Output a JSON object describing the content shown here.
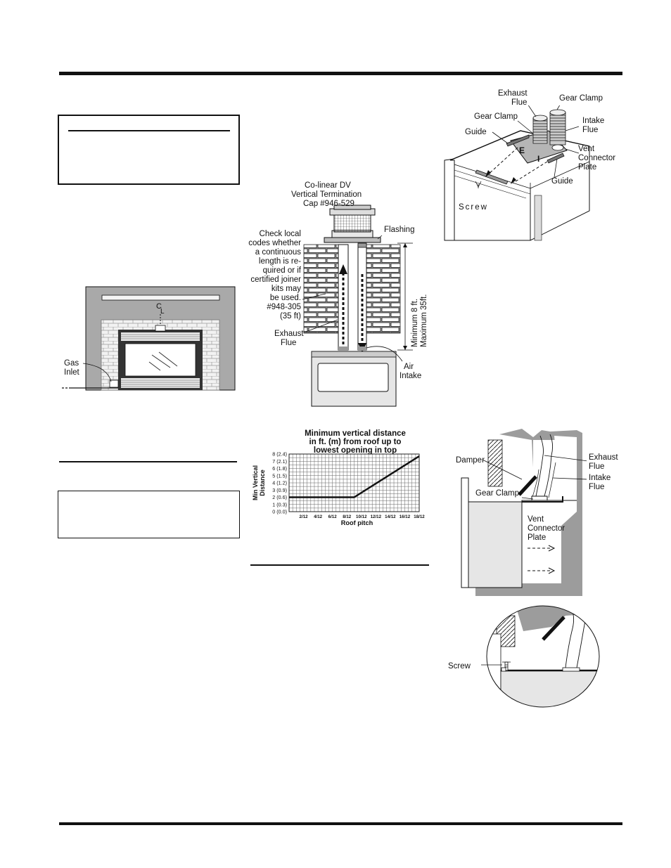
{
  "fireplace_figure": {
    "centerline": "C",
    "centerline_sub": "L",
    "gas_inlet": [
      "Gas",
      "Inlet"
    ]
  },
  "termination_figure": {
    "cap_label": [
      "Co-linear DV",
      "Vertical Termination",
      "Cap #946-529"
    ],
    "flashing": "Flashing",
    "codes_note": [
      "Check local",
      "codes whether",
      "a continuous",
      "length is re-",
      "quired or if",
      "certified joiner",
      "kits may",
      "be used.",
      "#948-305",
      "(35 ft)"
    ],
    "exhaust_flue": [
      "Exhaust",
      "Flue"
    ],
    "air_intake": [
      "Air",
      "Intake"
    ],
    "height_range": [
      "Minimum 8 ft.",
      "Maximum 35ft."
    ]
  },
  "connector_figure": {
    "exhaust_flue": [
      "Exhaust",
      "Flue"
    ],
    "gear_clamp_top": "Gear Clamp",
    "gear_clamp_left": "Gear Clamp",
    "intake_flue": [
      "Intake",
      "Flue"
    ],
    "guide_left": "Guide",
    "vent_connector_plate": [
      "Vent",
      "Connector",
      "Plate"
    ],
    "guide_right": "Guide",
    "screw": "Screw",
    "plate_marks": [
      "E",
      "I"
    ]
  },
  "damper_figure": {
    "damper": "Damper",
    "exhaust_flue": [
      "Exhaust",
      "Flue"
    ],
    "intake_flue": [
      "Intake",
      "Flue"
    ],
    "gear_clamp": "Gear Clamp",
    "vent_connector_plate": [
      "Vent",
      "Connector",
      "Plate"
    ],
    "screw": "Screw"
  },
  "chart_data": {
    "type": "line",
    "title": [
      "Minimum vertical distance",
      "in ft. (m) from roof up to",
      "lowest opening in top"
    ],
    "xlabel": "Roof pitch",
    "ylabel": [
      "Min Vertical",
      "Distance"
    ],
    "categories": [
      "2/12",
      "4/12",
      "6/12",
      "8/12",
      "10/12",
      "12/12",
      "14/12",
      "16/12",
      "18/12"
    ],
    "y_ticks": [
      "0 (0.0)",
      "1 (0.3)",
      "2 (0.6)",
      "3 (0.9)",
      "4 (1.2)",
      "5 (1.5)",
      "6 (1.8)",
      "7 (2.1)",
      "8 (2.4)"
    ],
    "ylim": [
      0,
      8
    ],
    "xlim": [
      0,
      18
    ],
    "grid": true,
    "series": [
      {
        "x": [
          0,
          9,
          18
        ],
        "y": [
          2,
          2,
          7.7
        ]
      }
    ]
  }
}
